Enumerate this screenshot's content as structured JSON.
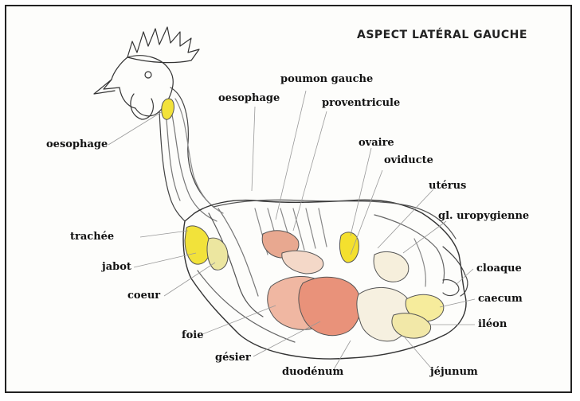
{
  "title": "ASPECT LATÉRAL GAUCHE",
  "labels": {
    "oesophage_left": "oesophage",
    "oesophage_top": "oesophage",
    "poumon_gauche": "poumon gauche",
    "proventricule": "proventricule",
    "ovaire": "ovaire",
    "oviducte": "oviducte",
    "uterus": "utérus",
    "gl_uropygienne": "gl. uropygienne",
    "trachee": "trachée",
    "jabot": "jabot",
    "coeur": "coeur",
    "cloaque": "cloaque",
    "caecum": "caecum",
    "ileon": "iléon",
    "foie": "foie",
    "gesier": "gésier",
    "duodenum": "duodénum",
    "jejunum": "jéjunum"
  },
  "colors": {
    "crop": "#f2e23a",
    "heart": "#ece6a0",
    "liver": "#f0b7a2",
    "gizzard": "#e9927a",
    "ovary": "#f4e02e",
    "lung": "#e8a890",
    "outline": "#444444"
  }
}
